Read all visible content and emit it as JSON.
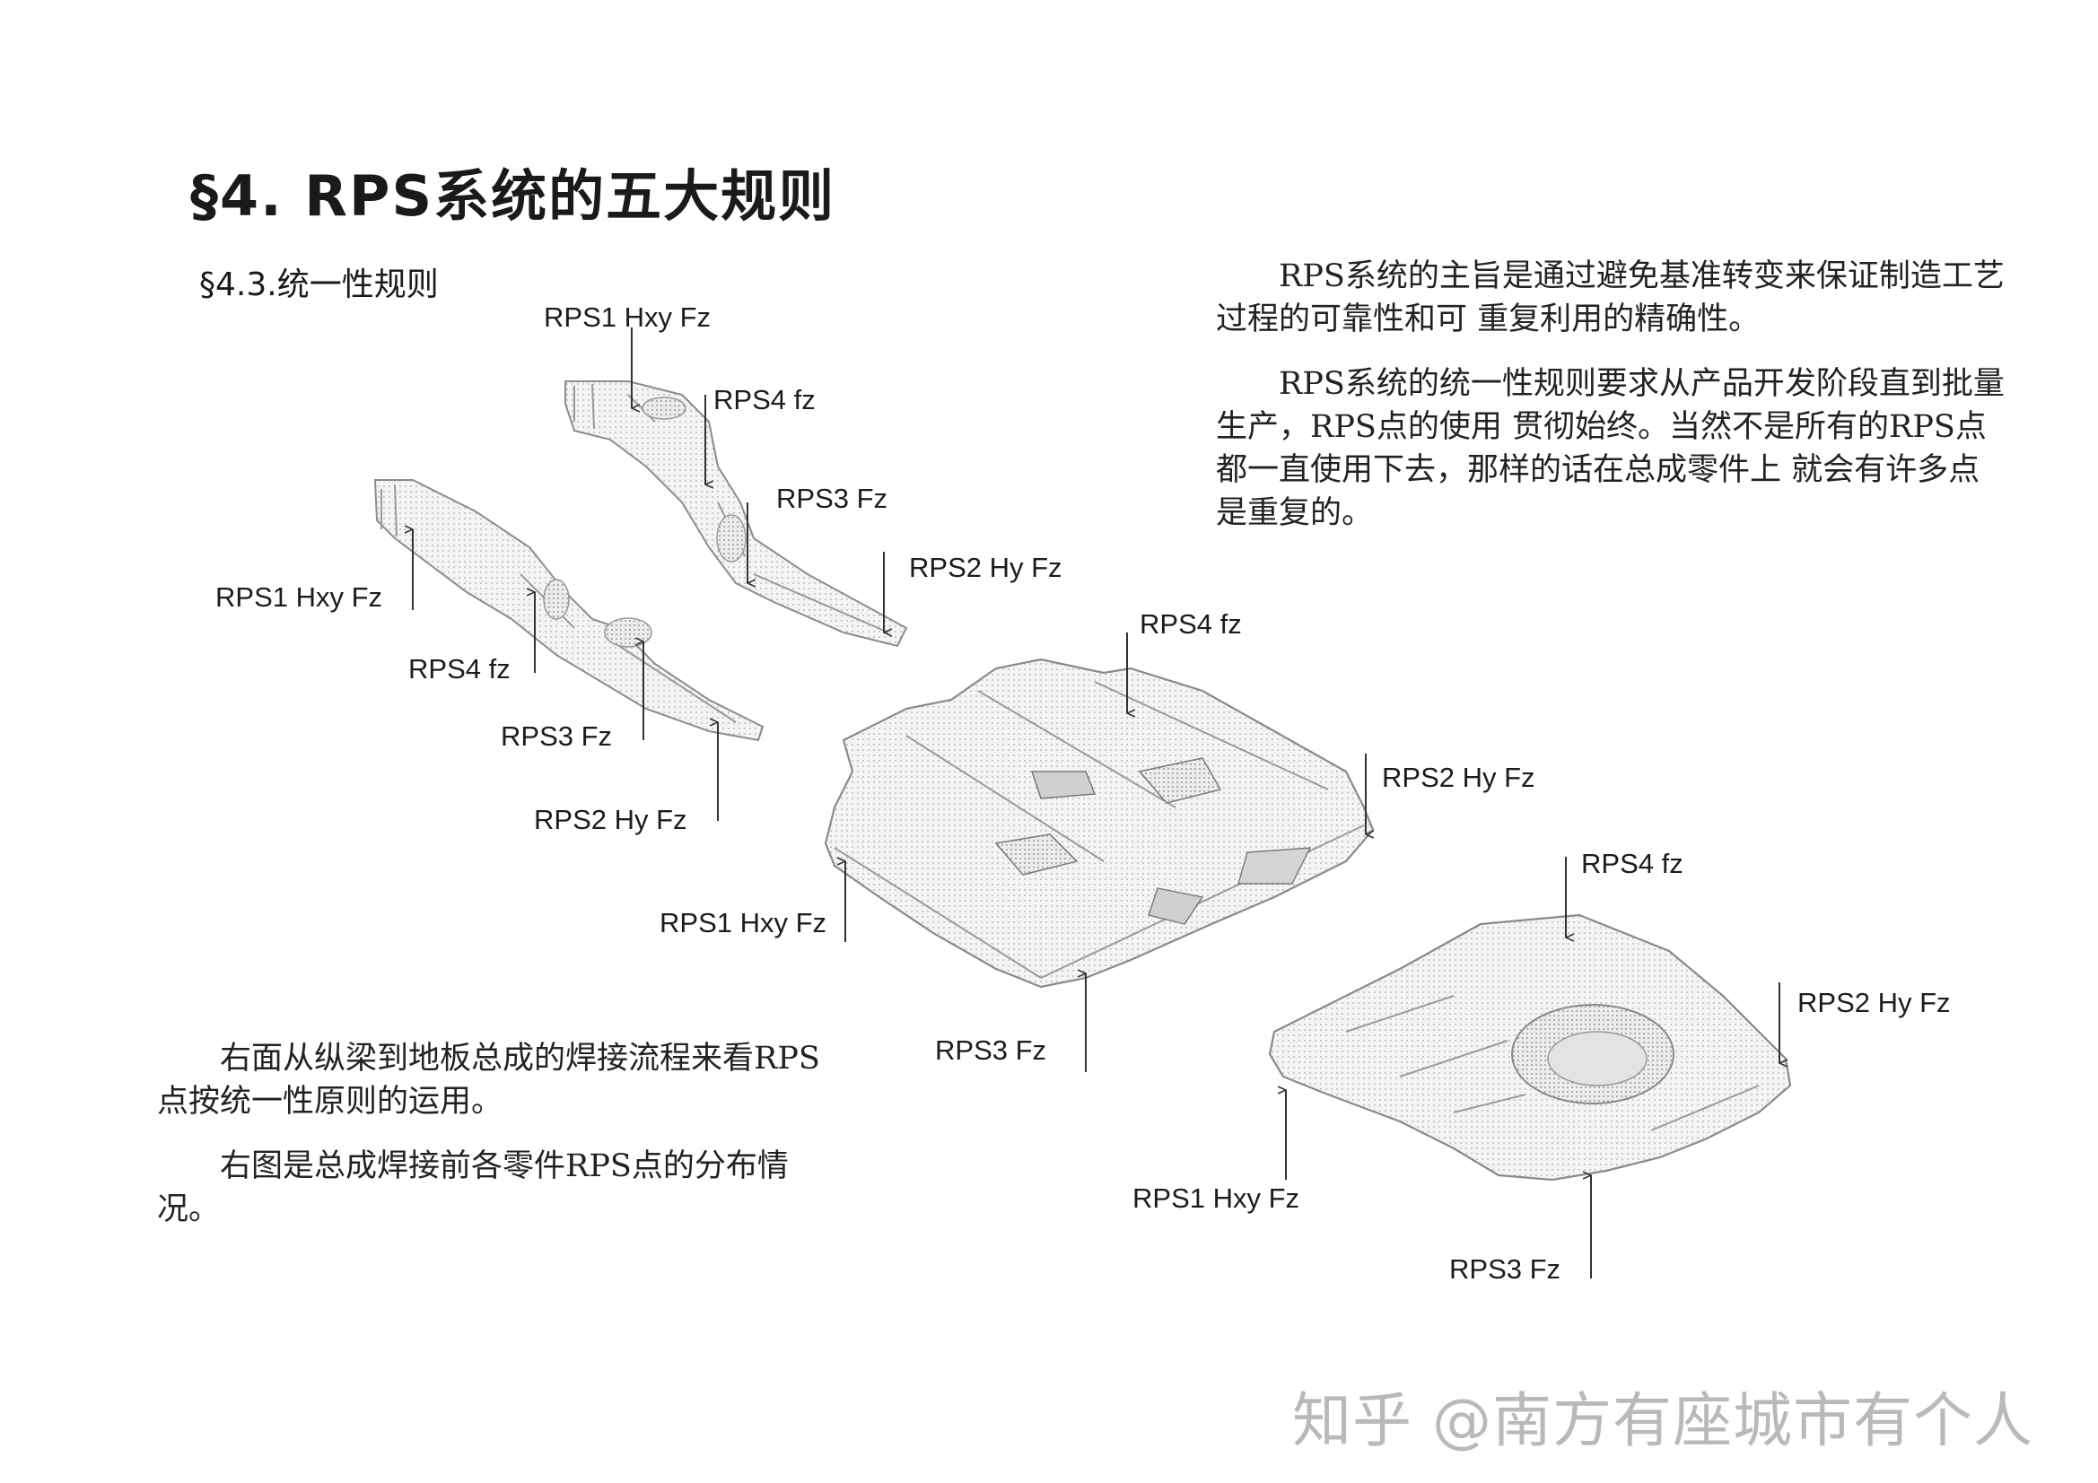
{
  "document": {
    "title": "§4. RPS系统的五大规则",
    "subtitle": "§4.3.统一性规则",
    "paragraphs_right": [
      "RPS系统的主旨是通过避免基准转变来保证制造工艺过程的可靠性和可 重复利用的精确性。",
      "RPS系统的统一性规则要求从产品开发阶段直到批量生产，RPS点的使用 贯彻始终。当然不是所有的RPS点都一直使用下去，那样的话在总成零件上 就会有许多点是重复的。"
    ],
    "paragraphs_left": [
      "右面从纵梁到地板总成的焊接流程来看RPS点按统一性原则的运用。",
      "右图是总成焊接前各零件RPS点的分布情况。"
    ]
  },
  "figure": {
    "upper_rail": {
      "rps1": "RPS1 Hxy Fz",
      "rps4": "RPS4  fz",
      "rps3": "RPS3  Fz",
      "rps2": "RPS2 Hy Fz"
    },
    "lower_rail": {
      "rps1": "RPS1 Hxy Fz",
      "rps4": "RPS4  fz",
      "rps3": "RPS3  Fz",
      "rps2": "RPS2 Hy Fz"
    },
    "front_floor": {
      "rps4": "RPS4  fz",
      "rps2": "RPS2 Hy Fz",
      "rps1": "RPS1 Hxy Fz",
      "rps3": "RPS3  Fz"
    },
    "rear_floor": {
      "rps4": "RPS4  fz",
      "rps2": "RPS2 Hy Fz",
      "rps1": "RPS1 Hxy Fz",
      "rps3": "RPS3  Fz"
    }
  },
  "watermark": "知乎 @南方有座城市有个人"
}
